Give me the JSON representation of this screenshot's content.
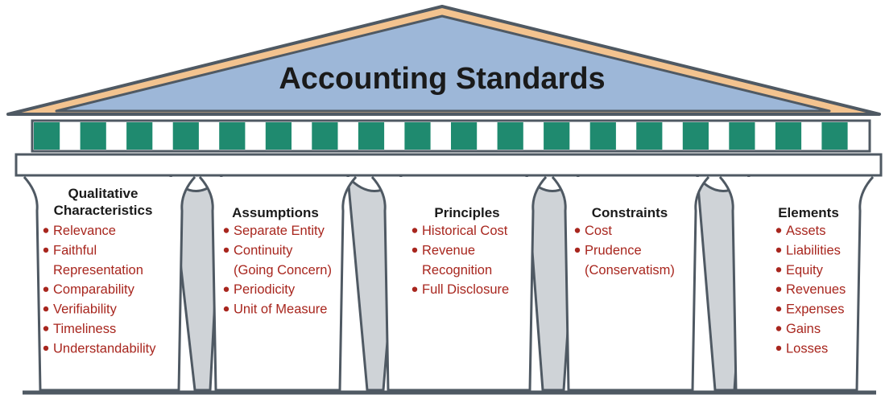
{
  "title": "Accounting Standards",
  "colors": {
    "roof_border": "#f3c38f",
    "roof_fill": "#9db7d8",
    "teal": "#1f8a6f",
    "outline": "#4f5963",
    "pillar_shade": "#cfd3d7",
    "item_text": "#a8261e",
    "title_text": "#1a1a1a"
  },
  "pillars": [
    {
      "title_lines": [
        "Qualitative",
        "Characteristics"
      ],
      "items": [
        [
          "Relevance"
        ],
        [
          "Faithful",
          "Representation"
        ],
        [
          "Comparability"
        ],
        [
          "Verifiability"
        ],
        [
          "Timeliness"
        ],
        [
          "Understandability"
        ]
      ]
    },
    {
      "title_lines": [
        "Assumptions"
      ],
      "items": [
        [
          "Separate Entity"
        ],
        [
          "Continuity",
          "(Going Concern)"
        ],
        [
          "Periodicity"
        ],
        [
          "Unit of Measure"
        ]
      ]
    },
    {
      "title_lines": [
        "Principles"
      ],
      "items": [
        [
          "Historical Cost"
        ],
        [
          "Revenue",
          "Recognition"
        ],
        [
          "Full Disclosure"
        ]
      ]
    },
    {
      "title_lines": [
        "Constraints"
      ],
      "items": [
        [
          "Cost"
        ],
        [
          "Prudence",
          "(Conservatism)"
        ]
      ]
    },
    {
      "title_lines": [
        "Elements"
      ],
      "items": [
        [
          "Assets"
        ],
        [
          "Liabilities"
        ],
        [
          "Equity"
        ],
        [
          "Revenues"
        ],
        [
          "Expenses"
        ],
        [
          "Gains"
        ],
        [
          "Losses"
        ]
      ]
    }
  ]
}
